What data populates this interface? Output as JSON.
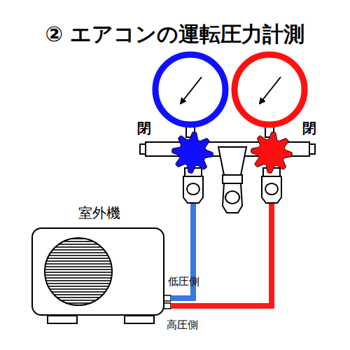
{
  "diagram": {
    "title": "② エアコンの運転圧力計測",
    "nodes": [
      {
        "text": [
          "室外機"
        ]
      }
    ],
    "labels": [
      "閉",
      "閉",
      "低圧側",
      "高圧側"
    ]
  }
}
